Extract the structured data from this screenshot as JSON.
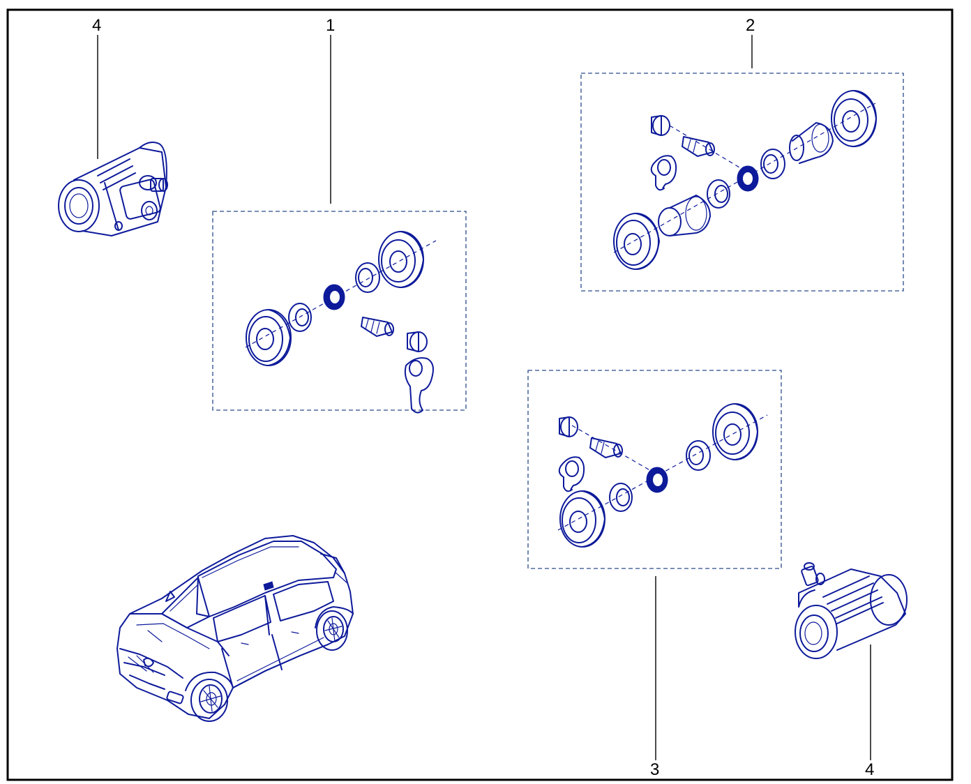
{
  "callouts": {
    "item_1": "1",
    "item_2": "2",
    "item_3": "3",
    "item_4_top": "4",
    "item_4_bottom": "4"
  },
  "colors": {
    "line_art": "#0d1a9a",
    "frame": "#000000",
    "dashed_box": "#2a4a8a",
    "background": "#ffffff"
  },
  "icons": [
    "wheel-cylinder-icon",
    "repair-kit-icon",
    "car-icon"
  ]
}
